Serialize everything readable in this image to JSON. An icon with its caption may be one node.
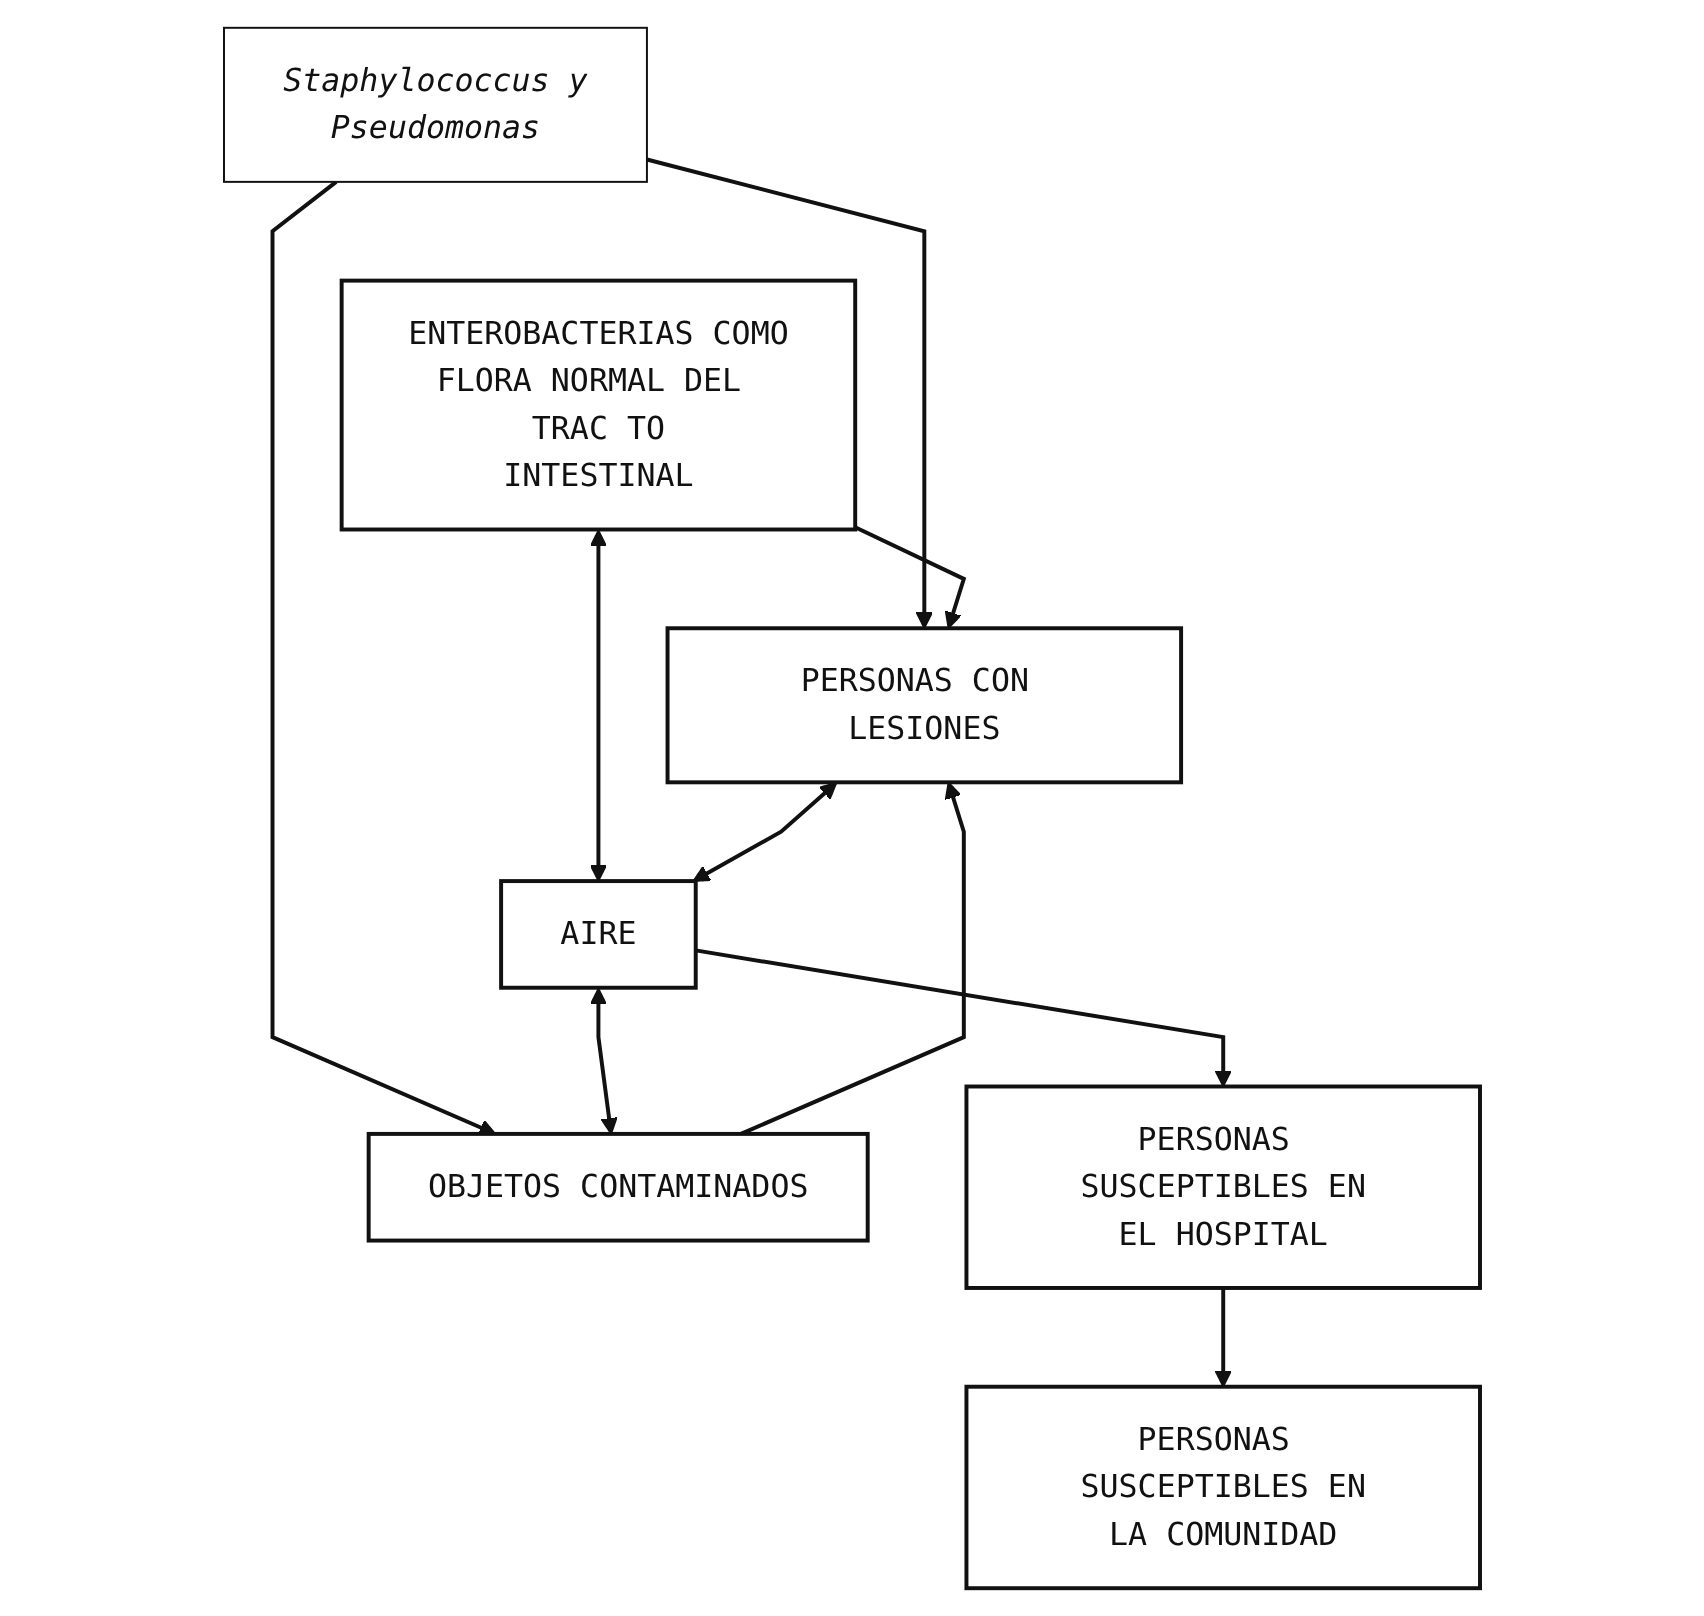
{
  "diagram": {
    "nodes": [
      {
        "text": [
          "Staphylococcus y Pseudomonas"
        ]
      },
      {
        "text": [
          "PERSONAS CON LESIONES"
        ]
      },
      {
        "text": [
          "OBJETOS CONTAMINADOS"
        ]
      },
      {
        "text": [
          "ENTEROBACTERIAS COMO FLORA NORMAL DEL TRAC TO INTESTINAL"
        ]
      },
      {
        "text": [
          "AIRE"
        ]
      },
      {
        "text": [
          "PERSONAS SUSCEPTIBLES EN EL HOSPITAL"
        ]
      },
      {
        "text": [
          "PERSONAS SUSCEPTIBLES EN LA COMUNIDAD"
        ]
      }
    ],
    "edges": [
      {
        "from": 0,
        "to": 1,
        "arrow": "to"
      },
      {
        "from": 0,
        "to": 2,
        "arrow": "to"
      },
      {
        "from": 2,
        "to": 1,
        "arrow": "to"
      },
      {
        "from": 3,
        "to": 1,
        "arrow": "to"
      },
      {
        "from": 3,
        "to": 4,
        "arrow": "both"
      },
      {
        "from": 1,
        "to": 4,
        "arrow": "both"
      },
      {
        "from": 4,
        "to": 2,
        "arrow": "both"
      },
      {
        "from": 4,
        "to": 5,
        "arrow": "to"
      },
      {
        "from": 5,
        "to": 6,
        "arrow": "to"
      }
    ]
  }
}
